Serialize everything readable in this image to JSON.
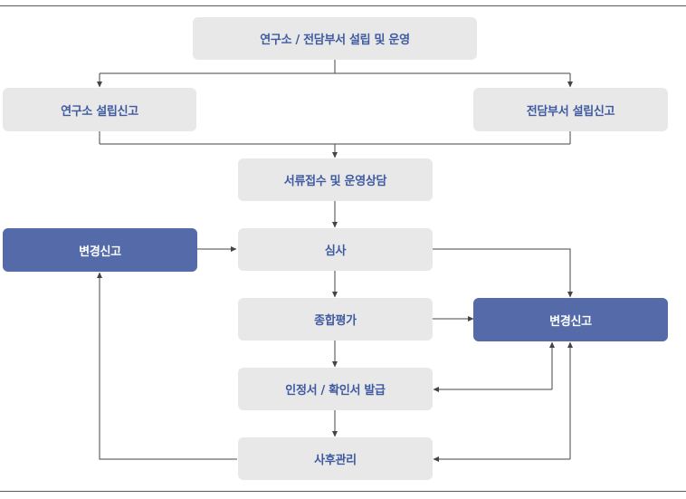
{
  "nodes": {
    "establish": "연구소 / 전담부서 설립 및 운영",
    "lab_report": "연구소 설립신고",
    "dept_report": "전담부서 설립신고",
    "consult": "서류접수 및 운영상담",
    "review": "심사",
    "evaluation": "종합평가",
    "certificate": "인정서 / 확인서 발급",
    "aftercare": "사후관리",
    "change_left": "변경신고",
    "change_right": "변경신고"
  },
  "colors": {
    "box_fill": "#e8e8e8",
    "box_text": "#3e5aa0",
    "highlight_fill": "#546aa9",
    "highlight_text": "#ffffff",
    "connector": "#444444"
  }
}
